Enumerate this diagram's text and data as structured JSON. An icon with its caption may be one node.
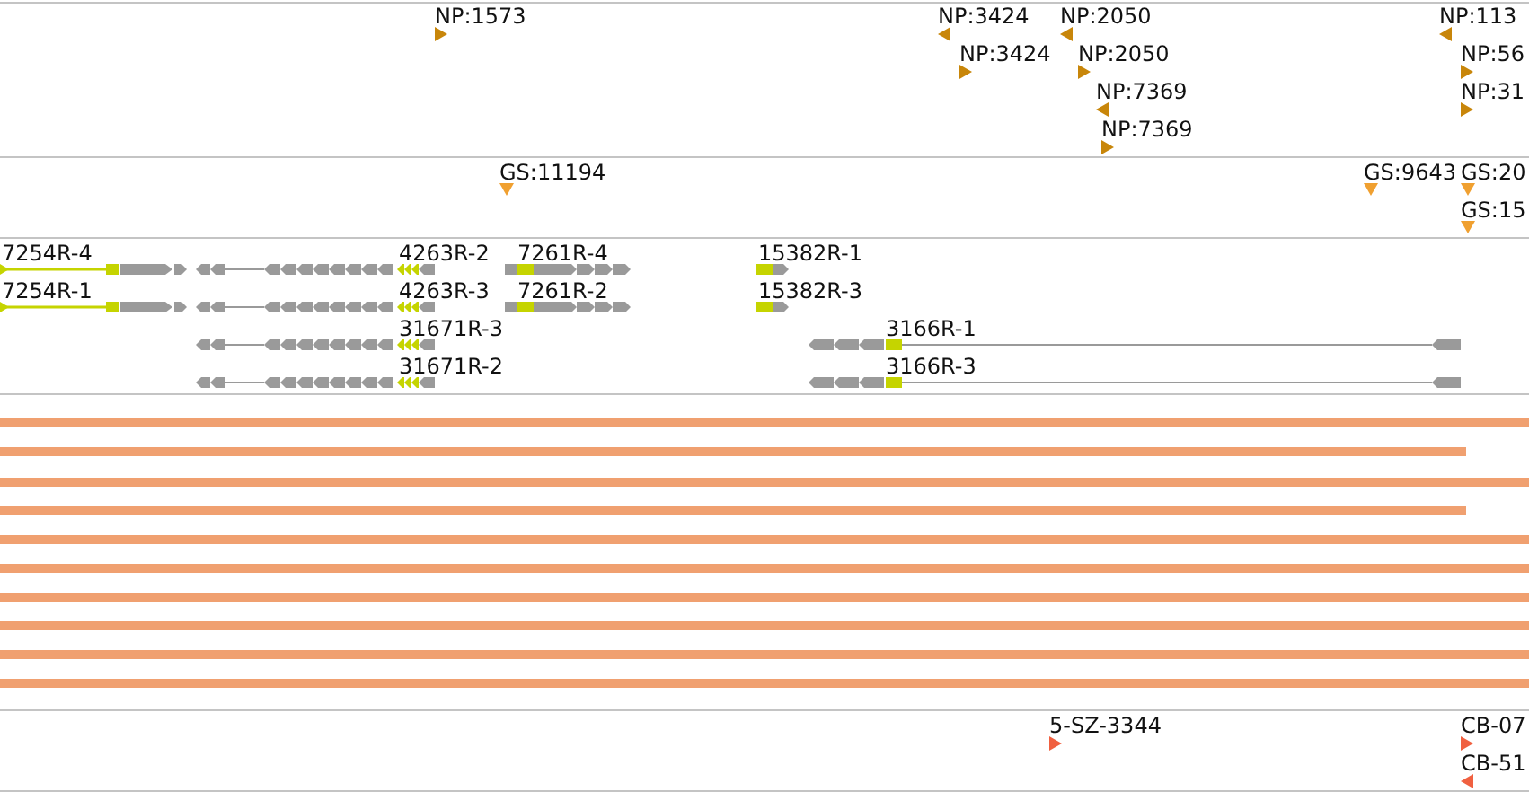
{
  "diagram": {
    "labels": [
      "NP:1573",
      "NP:3424",
      "NP:2050",
      "NP:113",
      "NP:3424",
      "NP:2050",
      "NP:56",
      "NP:7369",
      "NP:31",
      "NP:7369",
      "GS:11194",
      "GS:9643",
      "GS:20",
      "GS:15",
      "7254R-4",
      "4263R-2",
      "7261R-4",
      "15382R-1",
      "7254R-1",
      "4263R-3",
      "7261R-2",
      "15382R-3",
      "31671R-3",
      "3166R-1",
      "31671R-2",
      "3166R-3",
      "5-SZ-3344",
      "CB-07",
      "CB-51"
    ]
  }
}
